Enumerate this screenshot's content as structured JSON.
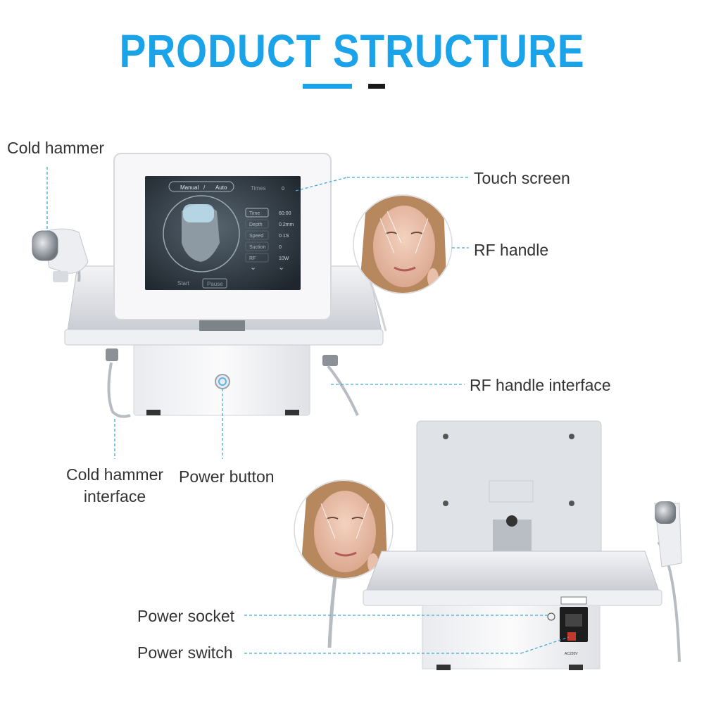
{
  "title": "PRODUCT STRUCTURE",
  "colors": {
    "accent": "#1aa3e8",
    "dark": "#1a1a1a",
    "leader": "#3fa9d9",
    "text": "#333333"
  },
  "screen_ui": {
    "mode_manual": "Manual",
    "mode_sep": "/",
    "mode_auto": "Auto",
    "times_label": "Times",
    "times_value": "0",
    "params": [
      {
        "label": "Time",
        "value": "60:00"
      },
      {
        "label": "Depth",
        "value": "0.2mm"
      },
      {
        "label": "Speed",
        "value": "0.1S"
      },
      {
        "label": "Suction",
        "value": "0"
      },
      {
        "label": "RF",
        "value": "10W"
      }
    ],
    "start_label": "Start",
    "pause_label": "Pause"
  },
  "labels": {
    "cold_hammer": "Cold hammer",
    "touch_screen": "Touch screen",
    "rf_handle": "RF  handle",
    "rf_handle_interface": "RF handle interface",
    "cold_hammer_interface_1": "Cold hammer",
    "cold_hammer_interface_2": "interface",
    "power_button": "Power button",
    "power_socket": "Power socket",
    "power_switch": "Power switch"
  },
  "rear_label_voltage": "AC220V"
}
